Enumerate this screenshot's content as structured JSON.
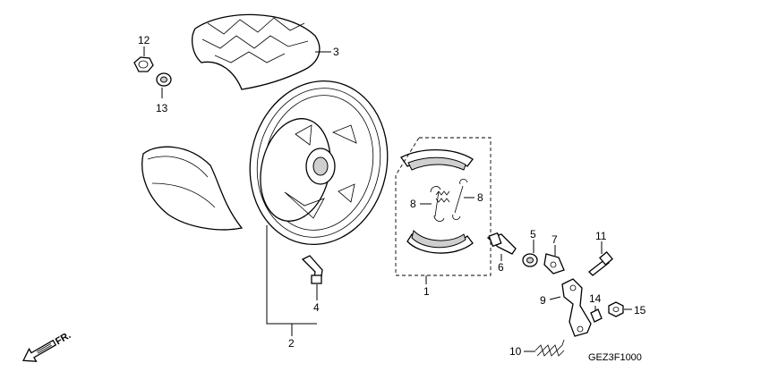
{
  "callouts": [
    {
      "id": "1",
      "text": "1"
    },
    {
      "id": "2",
      "text": "2"
    },
    {
      "id": "3",
      "text": "3"
    },
    {
      "id": "4",
      "text": "4"
    },
    {
      "id": "5",
      "text": "5"
    },
    {
      "id": "6",
      "text": "6"
    },
    {
      "id": "7",
      "text": "7"
    },
    {
      "id": "8a",
      "text": "8"
    },
    {
      "id": "8b",
      "text": "8"
    },
    {
      "id": "9",
      "text": "9"
    },
    {
      "id": "10",
      "text": "10"
    },
    {
      "id": "11",
      "text": "11"
    },
    {
      "id": "12",
      "text": "12"
    },
    {
      "id": "13",
      "text": "13"
    },
    {
      "id": "14",
      "text": "14"
    },
    {
      "id": "15",
      "text": "15"
    }
  ],
  "direction_label": "FR.",
  "diagram_code": "GEZ3F1000"
}
